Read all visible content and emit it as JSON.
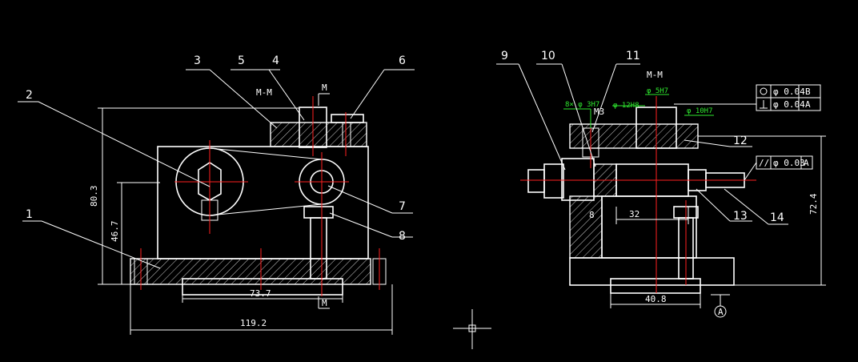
{
  "drawing": {
    "section_left": "M-M",
    "section_right": "M-M",
    "cut_mark": "M",
    "part_numbers": [
      "1",
      "2",
      "3",
      "4",
      "5",
      "6",
      "7",
      "8",
      "9",
      "10",
      "11",
      "12",
      "13",
      "14"
    ],
    "dimensions": {
      "overall_width": "119.2",
      "slot_width": "73.7",
      "height_total": "80.3",
      "height_mid": "46.7",
      "base_width_right": "40.8",
      "right_height": "72.4",
      "bore_span": "32"
    },
    "tolerances": {
      "fit_1": "8× φ 3H7",
      "fit_2": "φ 12H8",
      "fit_3": "φ 5H7",
      "fit_4": "φ 10H7",
      "thread": "M3",
      "flatness_value": "φ 0.04",
      "flatness_ref": "B",
      "perp_value": "φ 0.04",
      "perp_ref": "A",
      "parallel_value": "φ 0.03",
      "parallel_ref": "A",
      "datum": "A",
      "small_mark": "8"
    },
    "colors": {
      "background": "#000000",
      "outline": "#ffffff",
      "centerline": "#ff2020",
      "annotation": "#2ee62e"
    }
  }
}
